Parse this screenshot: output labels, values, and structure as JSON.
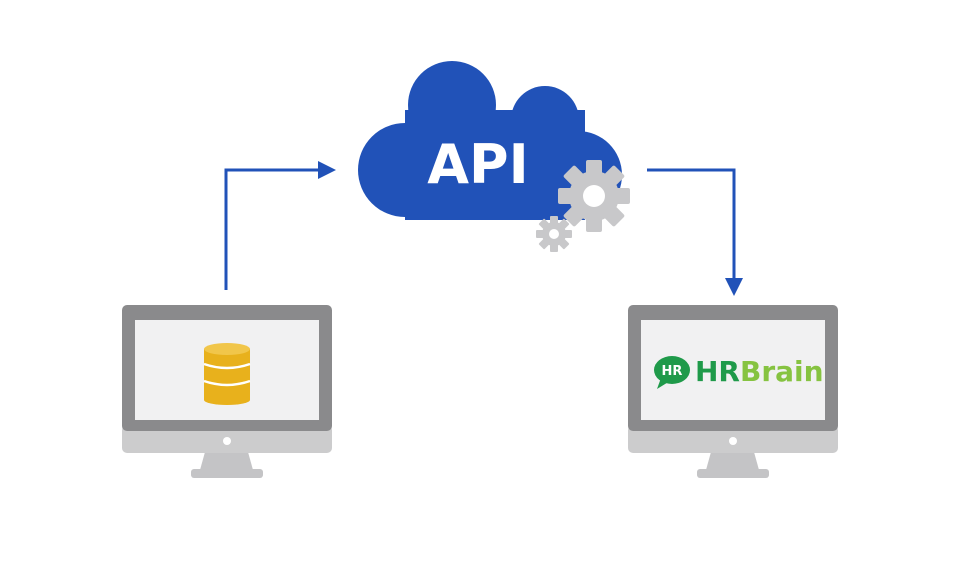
{
  "cloud": {
    "label": "API",
    "color": "#2152b8",
    "text_color": "#ffffff"
  },
  "connector": {
    "color": "#2152b8"
  },
  "gears": {
    "color": "#c8c8ca"
  },
  "monitor": {
    "bezel_color": "#8a8a8c",
    "screen_color": "#f1f1f2",
    "chin_color": "#cccccd",
    "stand_color": "#c4c4c6"
  },
  "source": {
    "icon": "database-icon",
    "icon_color": "#e8b11c"
  },
  "destination": {
    "logo": {
      "badge_text": "HR",
      "text_hr": "HR",
      "text_brain": "Brain",
      "color_dark": "#1f9a4a",
      "color_light": "#86c341"
    }
  }
}
